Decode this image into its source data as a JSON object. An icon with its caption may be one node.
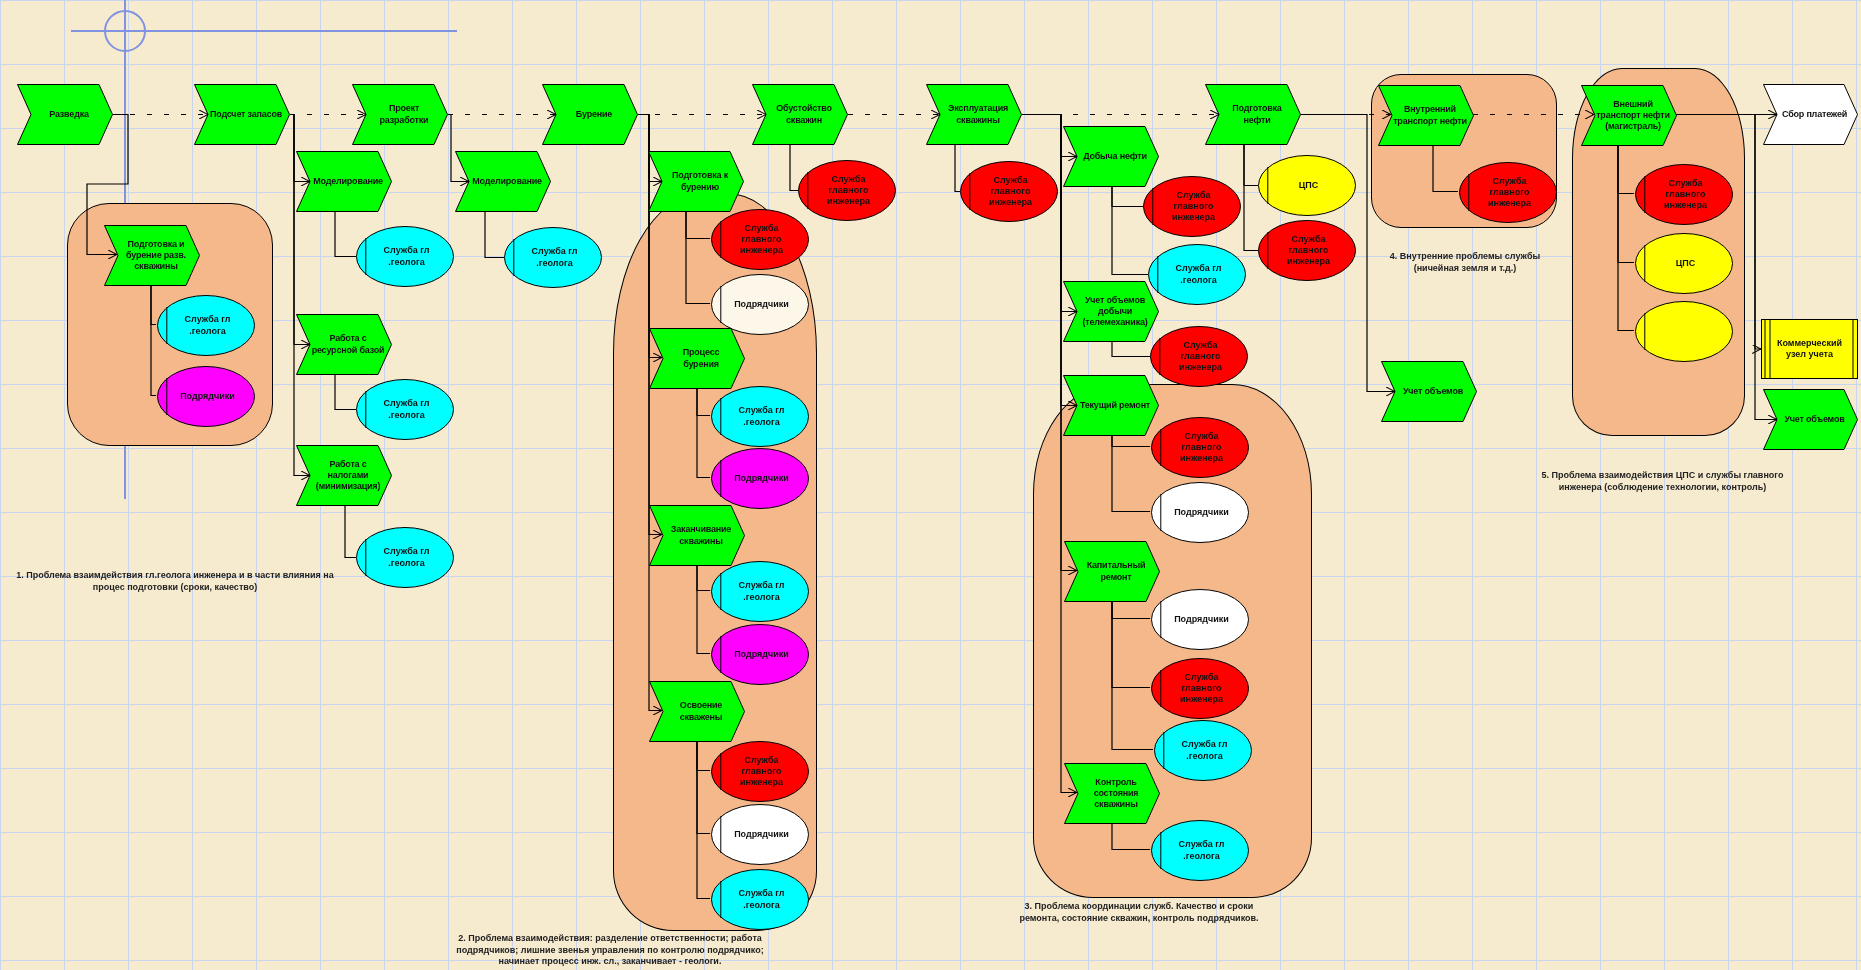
{
  "diagram": {
    "nodes": [
      {
        "text": [
          "Разведка"
        ]
      },
      {
        "text": [],
        "shape": "box"
      },
      {
        "text": [
          "Подготовка и бурение разв. скважины"
        ],
        "in": 1
      },
      {
        "text": [
          "Служба гл .геолога"
        ],
        "in": 1
      },
      {
        "text": [
          "Подрядчики"
        ],
        "in": 1
      },
      {
        "text": [
          "Подсчет запасов"
        ]
      },
      {
        "text": [
          "Моделирование"
        ]
      },
      {
        "text": [
          "Служба гл .геолога"
        ]
      },
      {
        "text": [
          "Работа с ресурсной базой"
        ]
      },
      {
        "text": [
          "Служба гл .геолога"
        ]
      },
      {
        "text": [
          "Работа с налогами (минимизация)"
        ]
      },
      {
        "text": [
          "Служба гл .геолога"
        ]
      },
      {
        "text": [
          "Проект разработки"
        ]
      },
      {
        "text": [
          "Моделирование"
        ]
      },
      {
        "text": [
          "Служба гл .геолога"
        ]
      },
      {
        "text": [
          "Бурение"
        ]
      },
      {
        "text": [],
        "shape": "box",
        "beside": [
          "2. Проблема взаимодействия: разделение ответственности; работа подрядчиков; лишние звенья управления по контролю подрядчико; начинает процесс инж. сл., заканчивает - геологи."
        ]
      },
      {
        "text": [
          "Подготовка к бурению"
        ]
      },
      {
        "text": [
          "Служба главного инженера"
        ],
        "in": 16
      },
      {
        "text": [
          "Подрядчики"
        ],
        "in": 16
      },
      {
        "text": [
          "Процесс бурения"
        ],
        "in": 16
      },
      {
        "text": [
          "Служба гл .геолога"
        ],
        "in": 16
      },
      {
        "text": [
          "Подрядчики"
        ],
        "in": 16
      },
      {
        "text": [
          "Заканчивание скважины"
        ],
        "in": 16
      },
      {
        "text": [
          "Служба гл .геолога"
        ],
        "in": 16
      },
      {
        "text": [
          "Подрядчики"
        ],
        "in": 16
      },
      {
        "text": [
          "Освоение скважены"
        ],
        "in": 16
      },
      {
        "text": [
          "Служба главного инженера"
        ],
        "in": 16
      },
      {
        "text": [
          "Подрядчики"
        ],
        "in": 16
      },
      {
        "text": [
          "Служба гл .геолога"
        ],
        "in": 16
      },
      {
        "text": [
          "Обустойство скважин"
        ]
      },
      {
        "text": [
          "Служба главного инженера"
        ]
      },
      {
        "text": [
          "Эксплуатация скважины"
        ]
      },
      {
        "text": [
          "Служба главного инженера"
        ]
      },
      {
        "text": [
          "Добыча нефти"
        ]
      },
      {
        "text": [
          "Служба главного инженера"
        ]
      },
      {
        "text": [
          "Служба гл .геолога"
        ]
      },
      {
        "text": [
          "Учет объемов добычи (телемеханика)"
        ]
      },
      {
        "text": [
          "Служба главного инженера"
        ]
      },
      {
        "text": [],
        "shape": "box",
        "beside": [
          "3. Проблема координации служб. Качество и сроки ремонта, состояние скважин, контроль подрядчиков."
        ]
      },
      {
        "text": [
          "Текущий ремонт"
        ]
      },
      {
        "text": [
          "Служба главного инженера"
        ],
        "in": 39
      },
      {
        "text": [
          "Подрядчики"
        ],
        "in": 39
      },
      {
        "text": [
          "Капитальный ремонт"
        ],
        "in": 39
      },
      {
        "text": [
          "Подрядчики"
        ],
        "in": 39
      },
      {
        "text": [
          "Служба главного инженера"
        ],
        "in": 39
      },
      {
        "text": [
          "Служба гл .геолога"
        ],
        "in": 39
      },
      {
        "text": [
          "Контроль состояния скважины"
        ],
        "in": 39
      },
      {
        "text": [
          "Служба гл .геолога"
        ],
        "in": 39
      },
      {
        "text": [
          "Подготовка нефти"
        ]
      },
      {
        "text": [
          "ЦПС"
        ]
      },
      {
        "text": [
          "Служба главного инженера"
        ]
      },
      {
        "text": [],
        "shape": "box",
        "beside": [
          "4. Внутренние проблемы службы (ничейная земля и т.д.)"
        ]
      },
      {
        "text": [
          "Внутренний транспорт нефти"
        ],
        "in": 52
      },
      {
        "text": [
          "Служба главного инженера"
        ],
        "in": 52
      },
      {
        "text": [
          "Учет объемов"
        ]
      },
      {
        "text": [],
        "shape": "box",
        "beside": [
          "5. Проблема взаимодействия ЦПС и службы главного инженера (соблюдение технологии, контроль)"
        ]
      },
      {
        "text": [
          "Внешний транспорт нефти (магистраль)"
        ],
        "in": 56
      },
      {
        "text": [
          "Служба главного инженера"
        ],
        "in": 56
      },
      {
        "text": [
          "ЦПС"
        ],
        "in": 56
      },
      {
        "text": [],
        "shape": "ellipse",
        "in": 56
      },
      {
        "text": [
          "Сбор платежей"
        ]
      },
      {
        "text": [
          "Коммерческий узел учета"
        ]
      },
      {
        "text": [
          "Учет объемов"
        ]
      }
    ],
    "edges": [
      {
        "from": 0,
        "to": 5,
        "arrow": "to",
        "style": "dashed"
      },
      {
        "from": 5,
        "to": 12,
        "arrow": "to",
        "style": "dashed"
      },
      {
        "from": 12,
        "to": 15,
        "arrow": "to",
        "style": "dashed"
      },
      {
        "from": 15,
        "to": 30,
        "arrow": "to",
        "style": "dashed"
      },
      {
        "from": 30,
        "to": 32,
        "arrow": "to",
        "style": "dashed"
      },
      {
        "from": 32,
        "to": 49,
        "arrow": "to",
        "style": "dashed"
      },
      {
        "from": 49,
        "to": 53,
        "arrow": "to",
        "style": "dashed"
      },
      {
        "from": 53,
        "to": 57,
        "arrow": "to",
        "style": "dashed"
      },
      {
        "from": 57,
        "to": 61,
        "arrow": "to"
      },
      {
        "from": 0,
        "to": 2,
        "arrow": "to"
      },
      {
        "from": 5,
        "to": 6,
        "arrow": "to"
      },
      {
        "from": 5,
        "to": 8,
        "arrow": "to"
      },
      {
        "from": 5,
        "to": 10,
        "arrow": "to"
      },
      {
        "from": 12,
        "to": 13,
        "arrow": "to"
      },
      {
        "from": 15,
        "to": 17,
        "arrow": "to"
      },
      {
        "from": 15,
        "to": 20,
        "arrow": "to"
      },
      {
        "from": 15,
        "to": 23,
        "arrow": "to"
      },
      {
        "from": 15,
        "to": 26,
        "arrow": "to"
      },
      {
        "from": 32,
        "to": 34,
        "arrow": "to"
      },
      {
        "from": 32,
        "to": 37,
        "arrow": "to"
      },
      {
        "from": 32,
        "to": 40,
        "arrow": "to"
      },
      {
        "from": 32,
        "to": 43,
        "arrow": "to"
      },
      {
        "from": 32,
        "to": 47,
        "arrow": "to"
      },
      {
        "from": 49,
        "to": 55,
        "arrow": "to"
      },
      {
        "from": 57,
        "to": 62,
        "arrow": "to"
      },
      {
        "from": 57,
        "to": 63,
        "arrow": "to"
      },
      {
        "from": 2,
        "to": 3,
        "arrow": "none"
      },
      {
        "from": 2,
        "to": 4,
        "arrow": "none"
      },
      {
        "from": 6,
        "to": 7,
        "arrow": "none"
      },
      {
        "from": 8,
        "to": 9,
        "arrow": "none"
      },
      {
        "from": 10,
        "to": 11,
        "arrow": "none"
      },
      {
        "from": 13,
        "to": 14,
        "arrow": "none"
      },
      {
        "from": 17,
        "to": 18,
        "arrow": "none"
      },
      {
        "from": 17,
        "to": 19,
        "arrow": "none"
      },
      {
        "from": 20,
        "to": 21,
        "arrow": "none"
      },
      {
        "from": 20,
        "to": 22,
        "arrow": "none"
      },
      {
        "from": 23,
        "to": 24,
        "arrow": "none"
      },
      {
        "from": 23,
        "to": 25,
        "arrow": "none"
      },
      {
        "from": 26,
        "to": 27,
        "arrow": "none"
      },
      {
        "from": 26,
        "to": 28,
        "arrow": "none"
      },
      {
        "from": 26,
        "to": 29,
        "arrow": "none"
      },
      {
        "from": 30,
        "to": 31,
        "arrow": "none"
      },
      {
        "from": 32,
        "to": 33,
        "arrow": "none"
      },
      {
        "from": 34,
        "to": 35,
        "arrow": "none"
      },
      {
        "from": 34,
        "to": 36,
        "arrow": "none"
      },
      {
        "from": 37,
        "to": 38,
        "arrow": "none"
      },
      {
        "from": 40,
        "to": 41,
        "arrow": "none"
      },
      {
        "from": 40,
        "to": 42,
        "arrow": "none"
      },
      {
        "from": 43,
        "to": 44,
        "arrow": "none"
      },
      {
        "from": 43,
        "to": 45,
        "arrow": "none"
      },
      {
        "from": 43,
        "to": 46,
        "arrow": "none"
      },
      {
        "from": 47,
        "to": 48,
        "arrow": "none"
      },
      {
        "from": 49,
        "to": 50,
        "arrow": "none"
      },
      {
        "from": 49,
        "to": 51,
        "arrow": "none"
      },
      {
        "from": 53,
        "to": 54,
        "arrow": "none"
      },
      {
        "from": 57,
        "to": 58,
        "arrow": "none"
      },
      {
        "from": 57,
        "to": 59,
        "arrow": "none"
      },
      {
        "from": 57,
        "to": 60,
        "arrow": "none"
      }
    ],
    "labels": [
      "1. Проблема взаимдействия гл.геолога инженера и в части влияния на процес подготовки (сроки, качество)"
    ]
  }
}
